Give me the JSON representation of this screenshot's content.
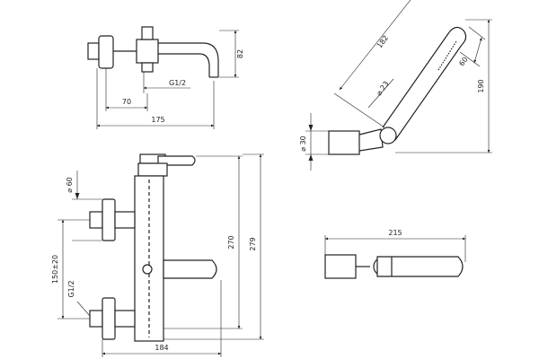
{
  "drawing": {
    "top_view": {
      "dim_height": "82",
      "dim_thread": "G1/2",
      "dim_offset": "70",
      "dim_length": "175"
    },
    "hand_shower": {
      "dim_length": "182",
      "dim_head_diameter": "⌀ 23",
      "dim_head_length": "60",
      "dim_height": "190",
      "dim_holder_diameter": "⌀ 30"
    },
    "front_view": {
      "dim_handle_diameter": "⌀ 60",
      "dim_spacing": "150±20",
      "dim_thread": "G1/2",
      "dim_height_body": "270",
      "dim_height_total": "279",
      "dim_width": "184"
    },
    "shower_side": {
      "dim_length": "215"
    }
  }
}
